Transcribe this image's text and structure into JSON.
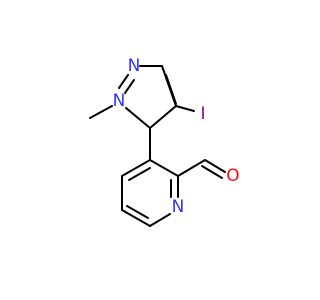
{
  "molecule": {
    "atoms": {
      "n_pyrazole_top": {
        "label": "N",
        "color": "#3333ff"
      },
      "n_pyrazole_methyl": {
        "label": "N",
        "color": "#3333ff"
      },
      "iodine": {
        "label": "I",
        "color": "#940094"
      },
      "oxygen": {
        "label": "O",
        "color": "#ff0d0d"
      },
      "n_pyridine": {
        "label": "N",
        "color": "#3333ff"
      }
    },
    "bond_color": "#000000"
  }
}
